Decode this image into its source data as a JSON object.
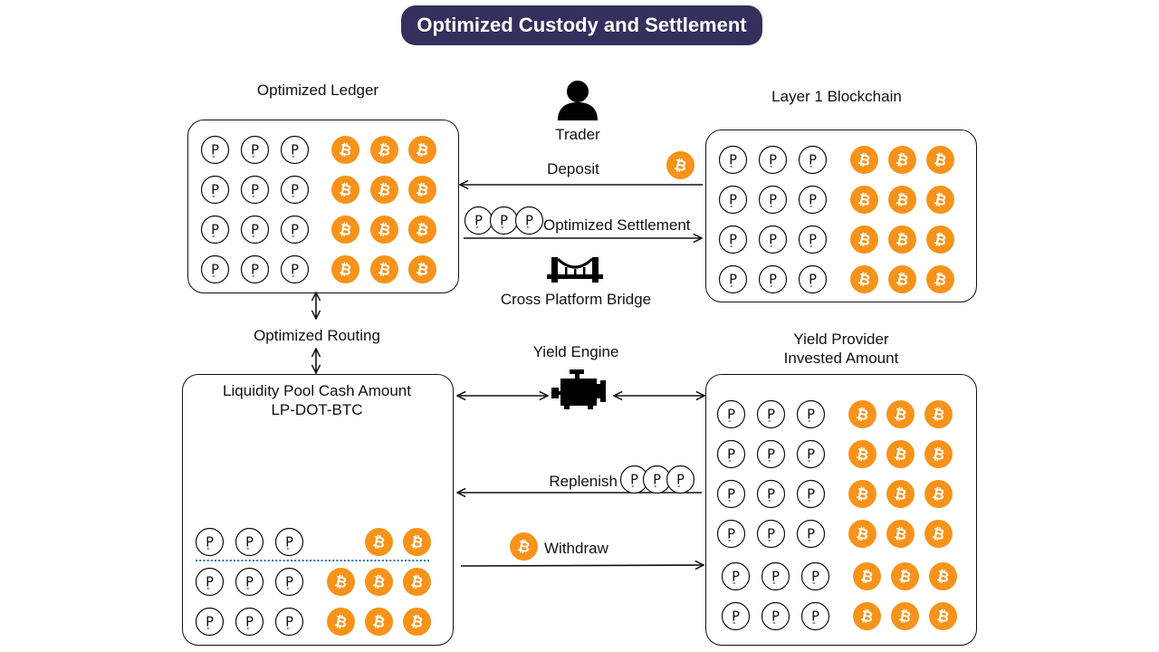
{
  "title": "Optimized Custody and Settlement",
  "labels": {
    "ledger": "Optimized Ledger",
    "layer1": "Layer 1 Blockchain",
    "trader": "Trader",
    "deposit": "Deposit",
    "settlement": "Optimized Settlement",
    "bridge": "Cross Platform Bridge",
    "routing": "Optimized Routing",
    "yield_engine": "Yield Engine",
    "yield_provider_1": "Yield Provider",
    "yield_provider_2": "Invested Amount",
    "lp_1": "Liquidity Pool Cash Amount",
    "lp_2": "LP-DOT-BTC",
    "replenish": "Replenish",
    "withdraw": "Withdraw"
  },
  "icons": {
    "dot_symbol": "P",
    "btc_symbol": "₿"
  },
  "colors": {
    "title_bg": "#34305e",
    "btc": "#f7931a",
    "dot_dash": "#e6007a",
    "separator": "#1f6fb5"
  }
}
